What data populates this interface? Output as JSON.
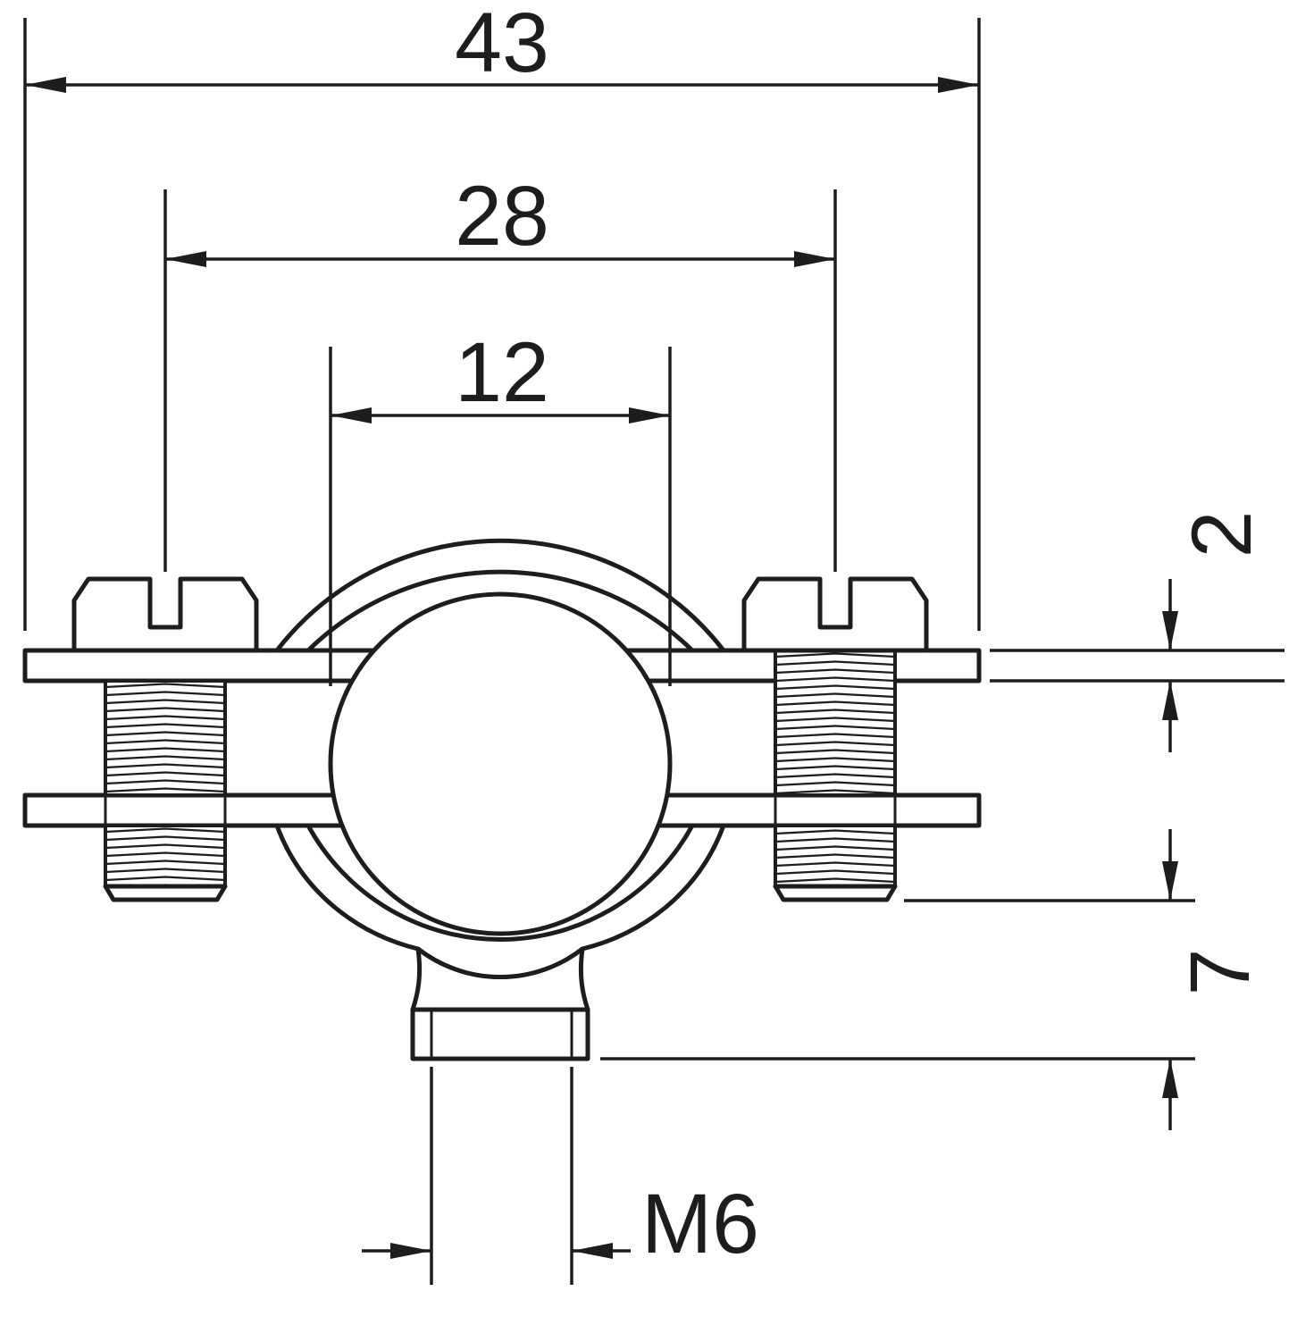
{
  "dimensions": {
    "overall_width": "43",
    "screw_spacing": "28",
    "clamp_diameter": "12",
    "band_thickness": "2",
    "boss_height": "7",
    "thread_size": "M6"
  },
  "style": {
    "line_color": "#1d1d1b",
    "background_color": "#ffffff"
  }
}
